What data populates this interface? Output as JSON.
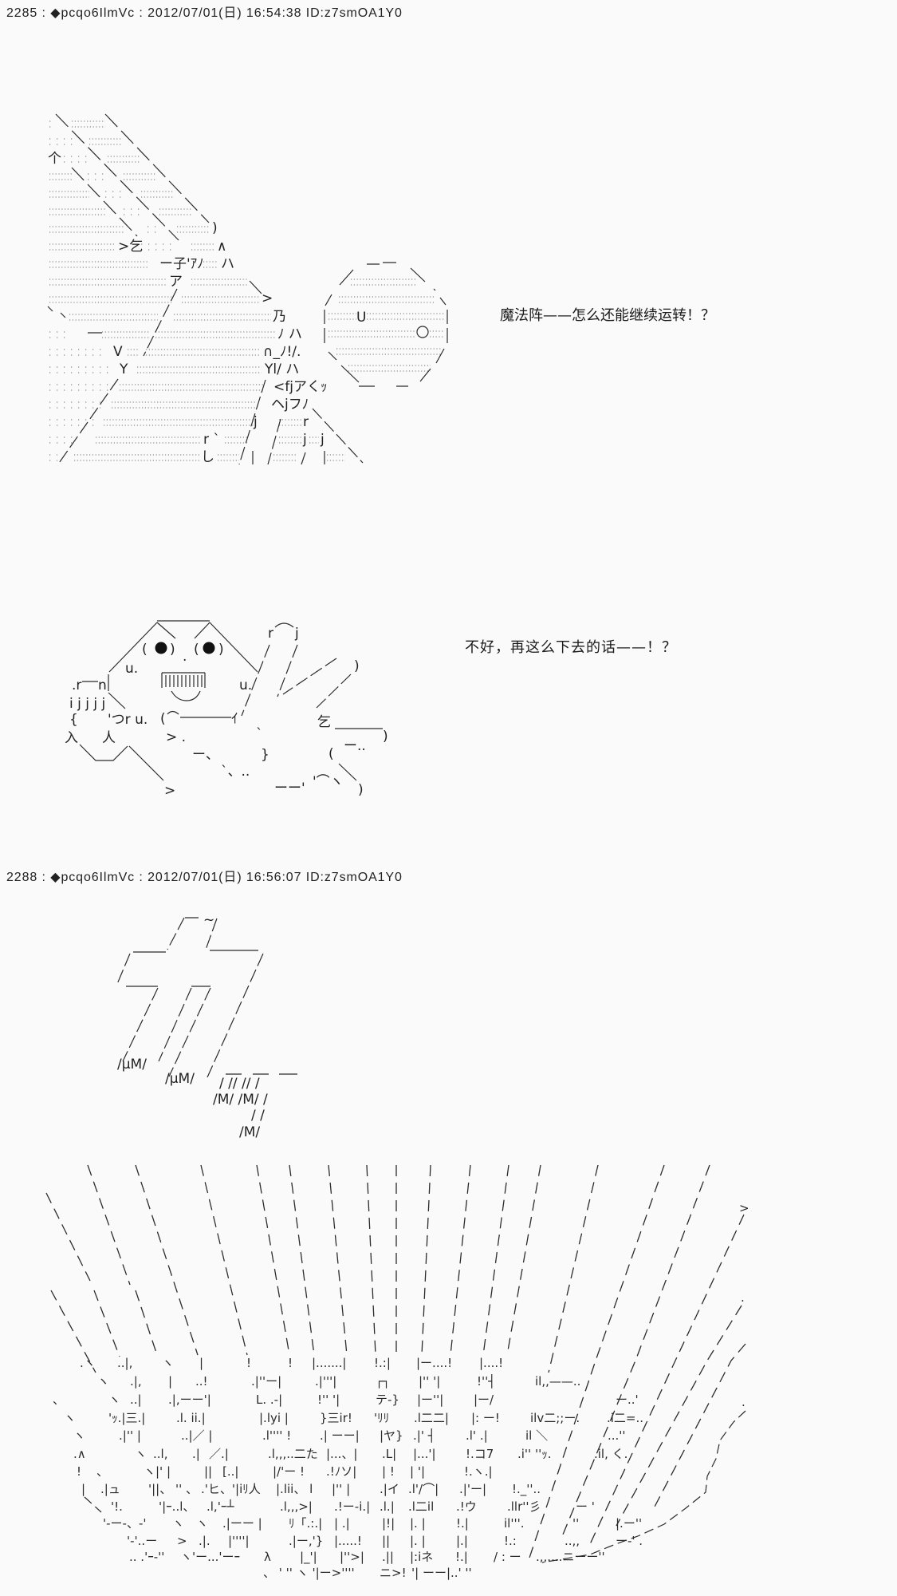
{
  "page": {
    "background": "#fafafa",
    "text_color": "#222222"
  },
  "posts": [
    {
      "number": "2285",
      "separator": " : ",
      "trip": "◆pcqo6IlmVc",
      "date": "2012/07/01(日)",
      "time": "16:54:38",
      "id": "ID:z7smOA1Y0",
      "dialogue": [
        "魔法阵——怎么还能继续运转！？",
        "不好，再这么下去的话——！？"
      ]
    },
    {
      "number": "2288",
      "separator": " : ",
      "trip": "◆pcqo6IlmVc",
      "date": "2012/07/01(日)",
      "time": "16:56:07",
      "id": "ID:z7smOA1Y0"
    }
  ],
  "aa1": {
    "fragments": [
      "个",
      ">乞",
      "∧",
      ")",
      "ー子'ｱﾉ",
      "ハ",
      "ア",
      ">",
      "乃",
      "ﾉ ハ",
      "∩_ﾉ!/.",
      "Yl/  ハ",
      "<fjアくｯ",
      "ヘjフﾉ",
      "j",
      "r",
      "r `",
      "j",
      "j",
      "し",
      "V",
      "Y"
    ]
  },
  "magic_circle": {
    "fragments": [
      "U"
    ]
  },
  "aa2": {
    "fragments": [
      "r",
      "j",
      "u.",
      "u.",
      ".r",
      "n",
      "i j j j j",
      "{",
      "'つr u.",
      "入",
      "人",
      "(",
      "ｲ",
      ">  .",
      "ー、",
      "`、..",
      "`",
      "}",
      ">",
      "ーー'",
      "'⌒ヽ",
      ")",
      "乞",
      "(",
      "ー..",
      ")",
      ")",
      "(",
      ")",
      "(",
      ")",
      "."
    ]
  },
  "aa3": {
    "fragments": [
      "~",
      "/µM/",
      "/µM/",
      "/  //  //  /",
      "/M/ /M/ /",
      "/  /",
      "/M/"
    ]
  },
  "aa4": {
    "markers": [
      ">",
      ".",
      "."
    ],
    "rows": [
      [
        ".ヽ",
        "..|,",
        "ヽ",
        "|",
        "!",
        "!",
        "|.......|",
        "!.:|",
        "|ー....!",
        "|....!"
      ],
      [
        "ヽ",
        ".|,",
        "|",
        "..!",
        ".|''ー|",
        ".|'''|",
        "┌┐",
        "|'' '|",
        "!''┤",
        "il,,——.."
      ],
      [
        "、",
        "ヽ",
        "..|",
        ".|,ーー'|",
        "L.  .-|",
        "!'' '|",
        "テ-}",
        "|ー''|",
        "|ー/",
        "ー..'"
      ],
      [
        "ヽ",
        "'ｯ.|三.|",
        ".l.  ii.|",
        "|.lyi  |",
        "}三ir!",
        "'ﾘﾘ",
        ".l二二|",
        "|: ー!",
        "ilv二;;ー.",
        ".i二=.."
      ],
      [
        "ヽ",
        ".|'' |",
        "..|／ |",
        ".l'''' !",
        ".|  ーー|",
        "|ヤ}",
        ".|' ┤",
        ".l' .|",
        "il ＼",
        " ...''"
      ],
      [
        ".∧",
        "ヽ",
        "..l,",
        ".|",
        "／.|",
        ".l,,,..二た",
        "|...、|",
        ".L|",
        "|...'|",
        "!.コ7",
        ".i''  ''ｯ.",
        ".il, く."
      ],
      [
        "!",
        "、",
        "ヽ|' |",
        "||",
        "[..|",
        "|/'ー !",
        ".!ﾉソ|",
        "|  !",
        "|  '|",
        "!.ヽ.|"
      ],
      [
        "|",
        ".|ュ",
        "'||、 ''  、",
        ".'ヒ、'|iﾘ人",
        "|.lii、 l",
        "|'' |",
        ".|イ",
        ".l'/⌒|",
        ".|'ー|",
        "!._''.."
      ],
      [
        "'!.",
        "'|ｰ..l、",
        ".l,'ｰ┴",
        ".l,,,>|",
        ".!ー-i.|",
        ".l.|",
        ".l二il",
        ".!ウ",
        ".llr''彡",
        "ー '"
      ],
      [
        "'-ー-、-'",
        "ヽ",
        "ヽ",
        ".|ーー |",
        "ﾘ「.:.|",
        "|  .|",
        "|!|",
        "|.  |",
        "!.|",
        "il'''.",
        "''",
        "|.ー''"
      ],
      [
        "'-'..ー",
        ">",
        ".|.",
        "|''''|",
        ".|ー,'}",
        "|.....!",
        "||",
        "|.  |",
        "|.|",
        "!.:",
        "..,,",
        "ー-' ."
      ],
      [
        ".. .'ｰ-''",
        "ヽ'ー...'ーｰ",
        "λ",
        "|_'|",
        "|''>|",
        ".||",
        "|:iネ",
        "!.|",
        "/ : ー",
        ".,,....ニーー''"
      ],
      [
        "、 '  '' ヽ '|ー>''''",
        "ニ>!",
        "'|  ーー|..' ''"
      ]
    ]
  }
}
